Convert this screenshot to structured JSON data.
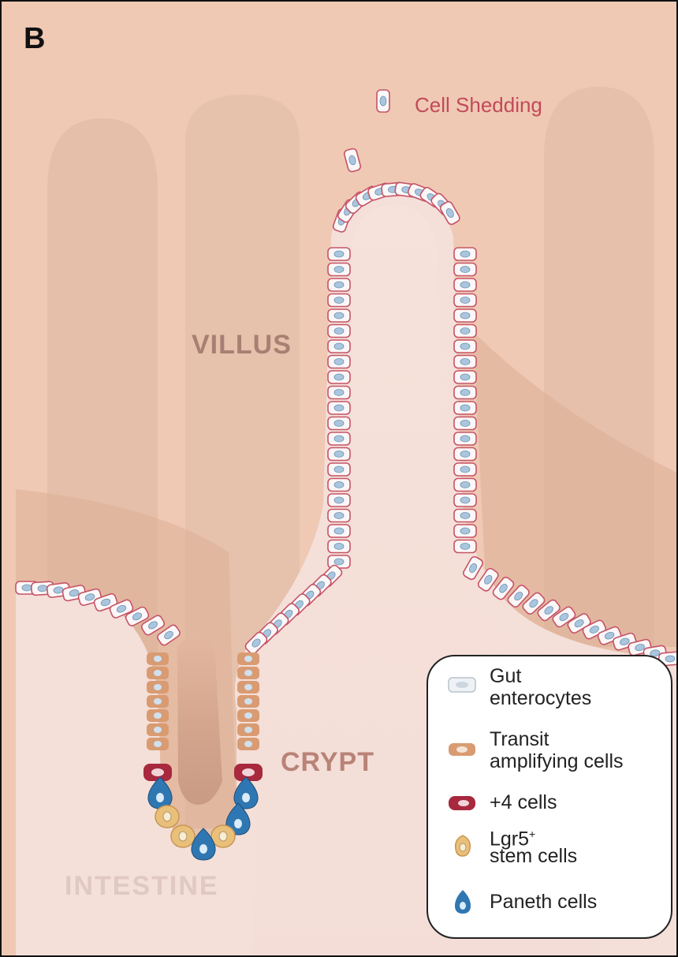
{
  "panel_letter": "B",
  "labels": {
    "cell_shedding": "Cell Shedding",
    "villus": "VILLUS",
    "crypt": "CRYPT",
    "intestine": "INTESTINE"
  },
  "legend": [
    {
      "line1": "Gut",
      "line2": "enterocytes",
      "swatch": "enterocyte-icon",
      "color": "#eef2f6"
    },
    {
      "line1": "Transit",
      "line2": "amplifying cells",
      "swatch": "transit-amplifying-cell-icon",
      "color": "#d99b72"
    },
    {
      "line1": "+4 cells",
      "line2": "",
      "swatch": "plus4-cell-icon",
      "color": "#a8283e"
    },
    {
      "line1": "Lgr5",
      "line1_sup": "+",
      "line2": "stem cells",
      "swatch": "lgr5-stem-cell-icon",
      "color": "#e9c07a"
    },
    {
      "line1": "Paneth cells",
      "line2": "",
      "swatch": "paneth-cell-icon",
      "color": "#2f77b2"
    }
  ],
  "colors": {
    "background": "#efc9b4",
    "villus_ghost": "#e0b9a3",
    "tissue": "#f4ded9",
    "crypt_center": "#c89a84",
    "enterocyte_fill": "#fbf7f7",
    "enterocyte_border": "#c65467",
    "nucleus": "#a9c6de",
    "transit": "#d99b72",
    "plus4": "#a8283e",
    "stem": "#e9c07a",
    "paneth": "#2f77b2"
  }
}
